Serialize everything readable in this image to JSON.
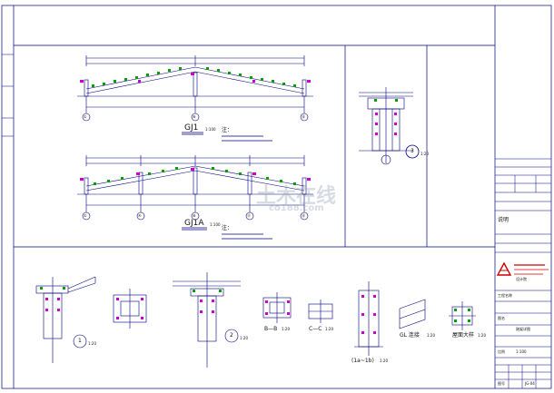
{
  "sheet": {
    "line_color": "#000080",
    "accent_green": "#00a000",
    "accent_magenta": "#cc00cc",
    "accent_red": "#cc0000"
  },
  "watermark": {
    "brand": "土木在线",
    "domain": "co188.com"
  },
  "frames": {
    "gj1": {
      "title": "GJ1",
      "scale": "1:100",
      "note_title": "注："
    },
    "gj1a": {
      "title": "GJ1A",
      "scale": "1:100",
      "note_title": "注："
    }
  },
  "axis_bubbles": {
    "gj1": [
      "①",
      "⑧",
      "⑮"
    ],
    "gj1a": [
      "①",
      "④",
      "⑧",
      "⑪",
      "⑮"
    ]
  },
  "detail_3": {
    "number": "3",
    "scale": "1:20"
  },
  "details": [
    {
      "id": "d1",
      "label": "1",
      "scale": "1:20"
    },
    {
      "id": "d2",
      "label": "2",
      "scale": "1:20"
    },
    {
      "id": "bb",
      "label": "B—B",
      "scale": "1:20"
    },
    {
      "id": "cc",
      "label": "C—C",
      "scale": "1:20"
    },
    {
      "id": "bpl",
      "label": "(1a~1b)",
      "scale": "1:20"
    },
    {
      "id": "kl",
      "label": "GL 连接",
      "scale": "1:20"
    },
    {
      "id": "ck",
      "label": "屋面大样",
      "scale": "1:20"
    }
  ],
  "title_block": {
    "note_label": "说明",
    "company_short": "设计院",
    "project_label": "工程名称",
    "drawing_label": "图名",
    "drawing_name": "刚架详图",
    "scale_label": "比例",
    "scale_value": "1:100",
    "drawing_no_label": "图号",
    "drawing_no": "JG-04"
  }
}
